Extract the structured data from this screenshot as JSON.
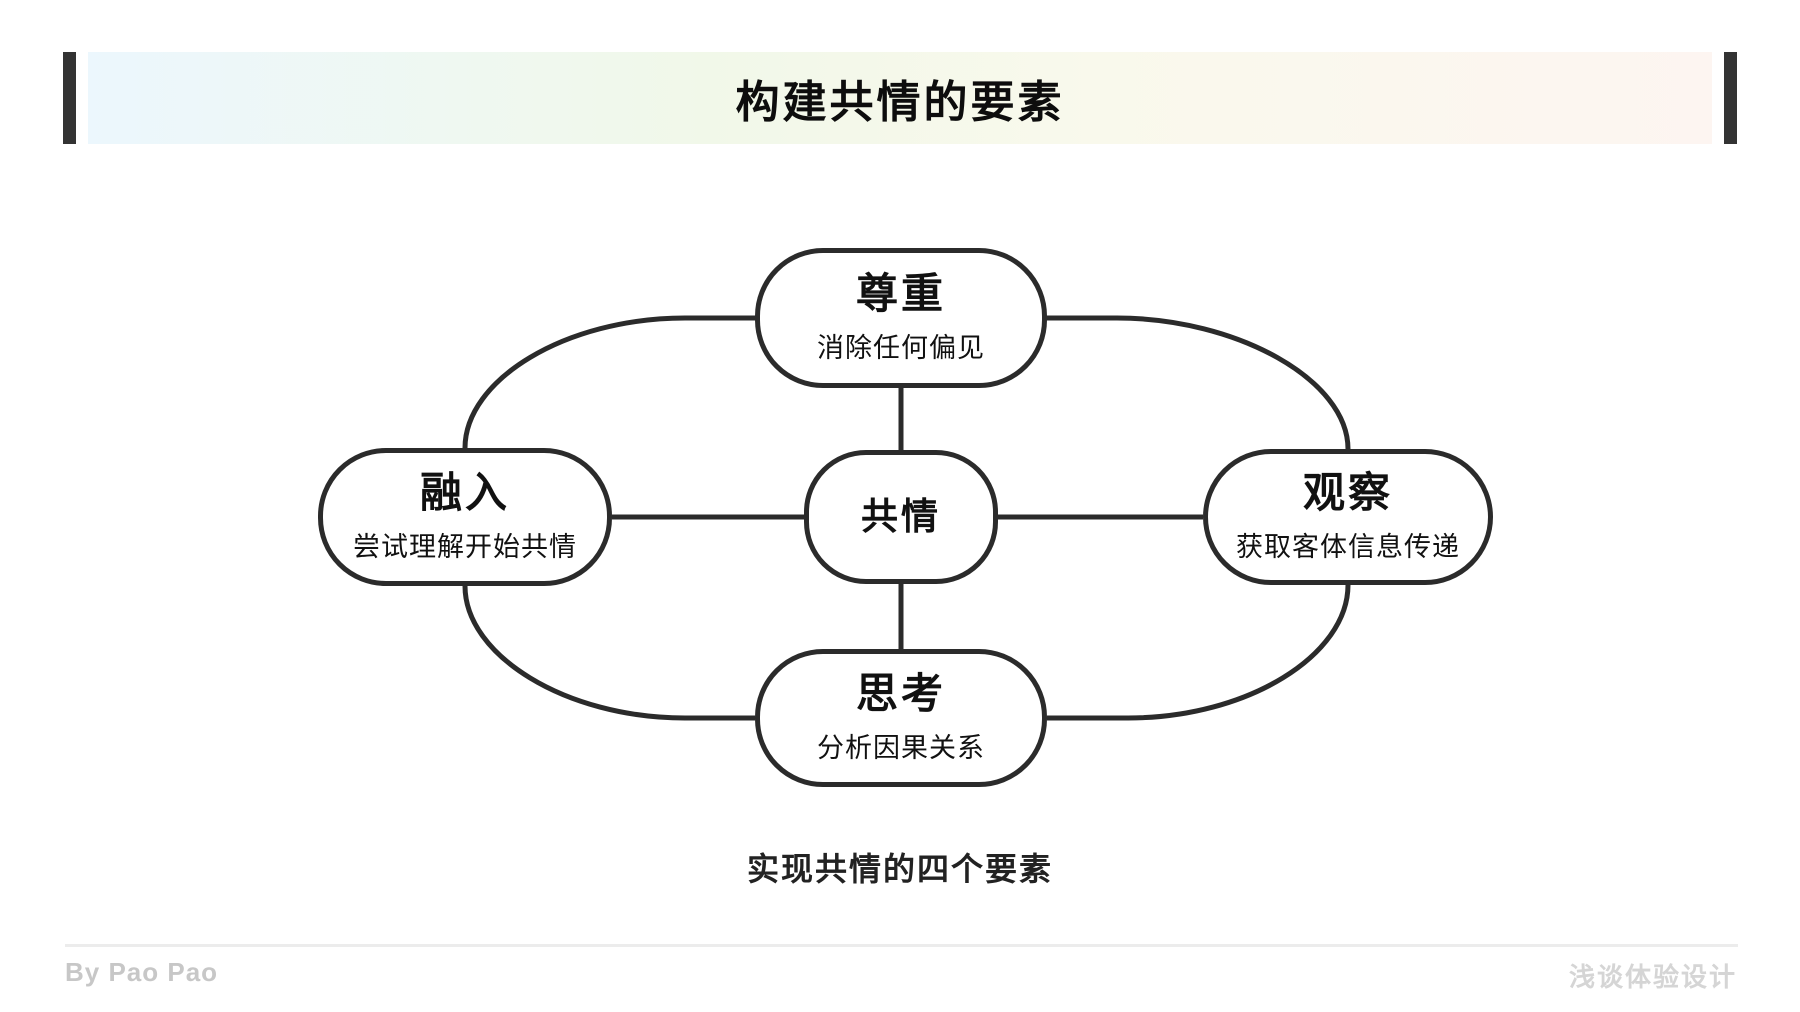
{
  "header": {
    "title": "构建共情的要素",
    "accent_bar_color": "#333333",
    "gradient_colors": [
      "#ecf7fd",
      "#f1f8e9",
      "#f9f9ec",
      "#fdf5f1"
    ]
  },
  "diagram": {
    "center": {
      "title": "共情"
    },
    "nodes": [
      {
        "position": "top",
        "title": "尊重",
        "subtitle": "消除任何偏见"
      },
      {
        "position": "left",
        "title": "融入",
        "subtitle": "尝试理解开始共情"
      },
      {
        "position": "right",
        "title": "观察",
        "subtitle": "获取客体信息传递"
      },
      {
        "position": "bottom",
        "title": "思考",
        "subtitle": "分析因果关系"
      }
    ],
    "caption": "实现共情的四个要素",
    "stroke_color": "#2b2b2b",
    "node_fill": "#ffffff"
  },
  "footer": {
    "author": "By Pao Pao",
    "brand": "浅谈体验设计"
  }
}
